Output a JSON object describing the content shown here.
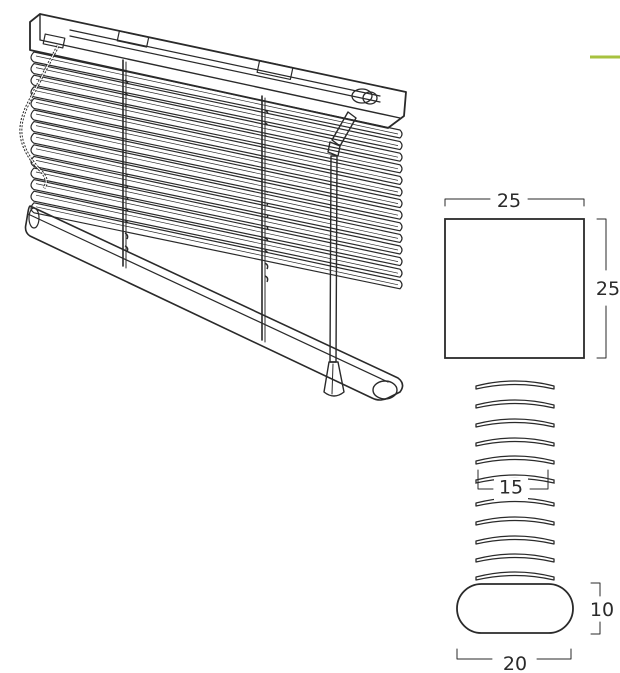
{
  "dimensions": {
    "headrail_width": "25",
    "headrail_height": "25",
    "slat_width": "15",
    "bottomrail_height": "10",
    "bottomrail_width": "20"
  },
  "colors": {
    "accent": "#a7c23f",
    "line": "#2a2a2a",
    "slat_face": "#ffffff"
  }
}
